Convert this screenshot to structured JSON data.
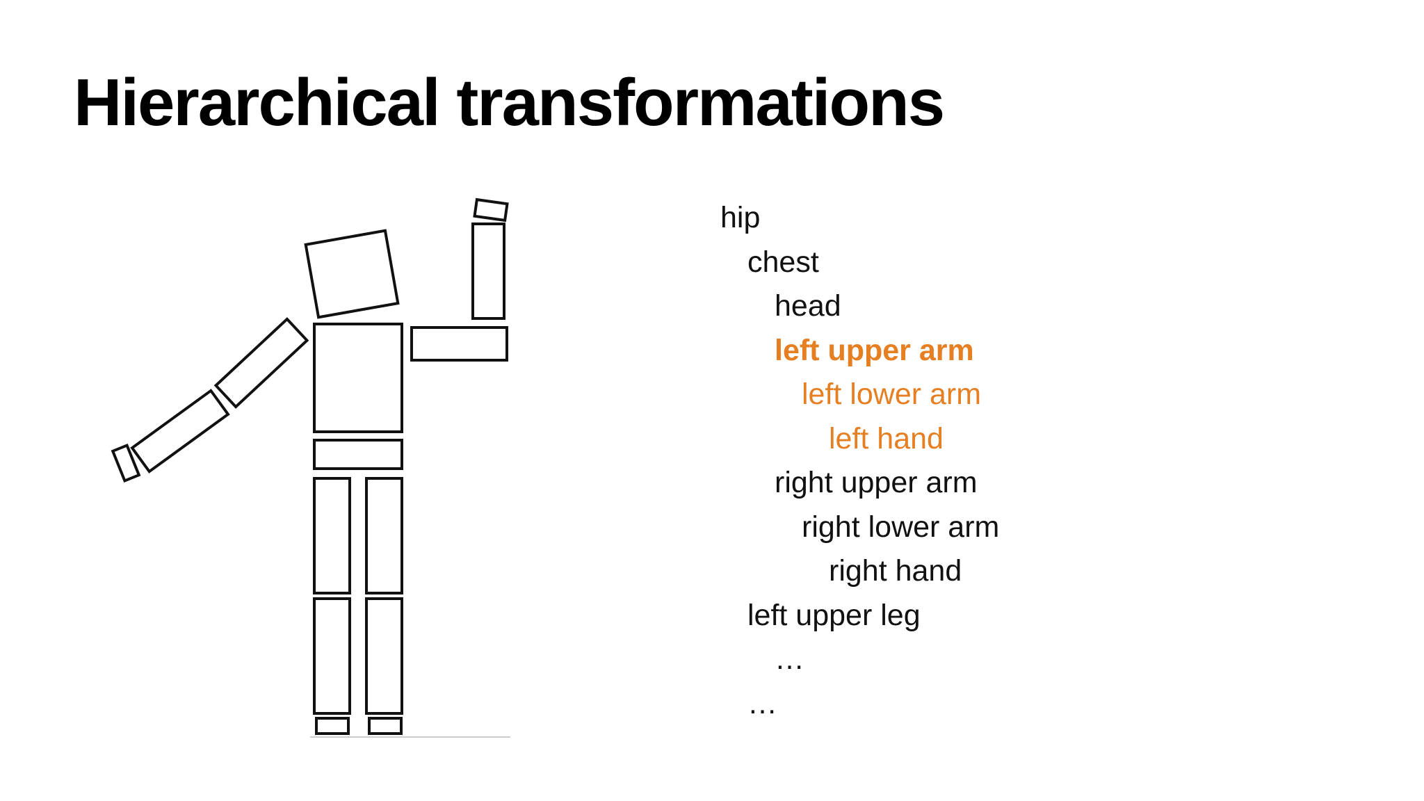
{
  "slide": {
    "title": "Hierarchical transformations"
  },
  "hierarchy": {
    "highlight_color": "#e67e22",
    "items": [
      {
        "label": "hip",
        "depth": 0,
        "highlight": "none"
      },
      {
        "label": "chest",
        "depth": 1,
        "highlight": "none"
      },
      {
        "label": "head",
        "depth": 2,
        "highlight": "none"
      },
      {
        "label": "left upper arm",
        "depth": 2,
        "highlight": "bold"
      },
      {
        "label": "left lower arm",
        "depth": 3,
        "highlight": "normal"
      },
      {
        "label": "left hand",
        "depth": 4,
        "highlight": "normal"
      },
      {
        "label": "right upper arm",
        "depth": 2,
        "highlight": "none"
      },
      {
        "label": "right lower arm",
        "depth": 3,
        "highlight": "none"
      },
      {
        "label": "right hand",
        "depth": 4,
        "highlight": "none"
      },
      {
        "label": "left upper leg",
        "depth": 1,
        "highlight": "none"
      },
      {
        "label": "…",
        "depth": 2,
        "highlight": "none"
      },
      {
        "label": "…",
        "depth": 1,
        "highlight": "none"
      }
    ]
  }
}
